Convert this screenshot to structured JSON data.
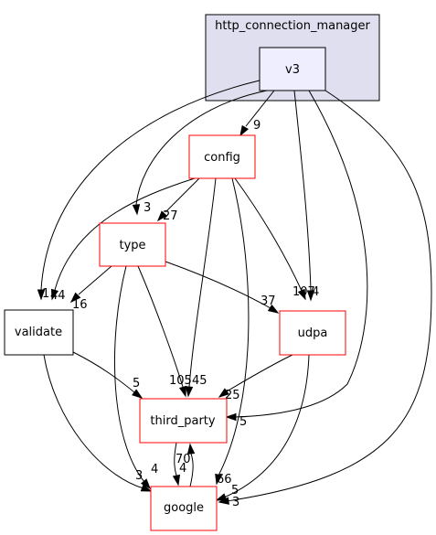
{
  "colors": {
    "cluster_fill": "#dfdfef",
    "cluster_border": "#000000",
    "current_fill": "#eeeeff",
    "current_border": "#000000",
    "dep_border": "#ff0000",
    "plain_border": "#000000",
    "node_fill": "#ffffff",
    "edge": "#000000"
  },
  "cluster": {
    "label": "http_connection_manager"
  },
  "nodes": {
    "v3": "v3",
    "config": "config",
    "type": "type",
    "validate": "validate",
    "udpa": "udpa",
    "third_party": "third_party",
    "google": "google"
  },
  "edges": [
    {
      "from": "v3",
      "to": "config",
      "label": "9"
    },
    {
      "from": "v3",
      "to": "type",
      "label": "3"
    },
    {
      "from": "v3",
      "to": "validate",
      "label": "1"
    },
    {
      "from": "v3",
      "to": "udpa",
      "label": "4"
    },
    {
      "from": "v3",
      "to": "third_party",
      "label": "5"
    },
    {
      "from": "v3",
      "to": "google",
      "label": "3"
    },
    {
      "from": "config",
      "to": "type",
      "label": "27"
    },
    {
      "from": "config",
      "to": "validate",
      "label": "44"
    },
    {
      "from": "config",
      "to": "udpa",
      "label": "107"
    },
    {
      "from": "config",
      "to": "third_party",
      "label": "45"
    },
    {
      "from": "config",
      "to": "google",
      "label": "66"
    },
    {
      "from": "type",
      "to": "validate",
      "label": "16"
    },
    {
      "from": "type",
      "to": "udpa",
      "label": "37"
    },
    {
      "from": "type",
      "to": "third_party",
      "label": "105"
    },
    {
      "from": "type",
      "to": "google",
      "label": "4"
    },
    {
      "from": "validate",
      "to": "third_party",
      "label": "5"
    },
    {
      "from": "validate",
      "to": "google",
      "label": "3"
    },
    {
      "from": "udpa",
      "to": "third_party",
      "label": "25"
    },
    {
      "from": "udpa",
      "to": "google",
      "label": "5"
    },
    {
      "from": "third_party",
      "to": "google",
      "label": "4"
    },
    {
      "from": "google",
      "to": "third_party",
      "label": "70"
    }
  ]
}
